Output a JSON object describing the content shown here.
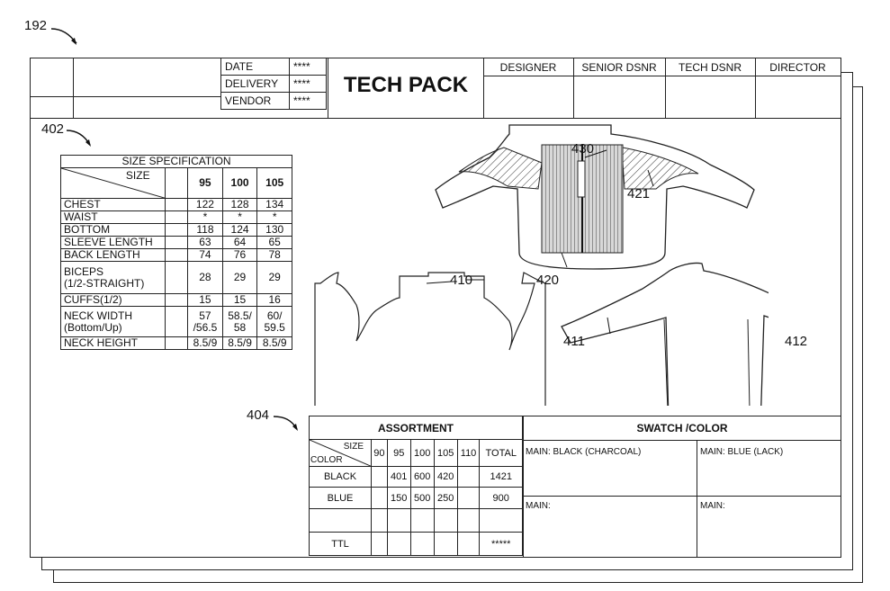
{
  "figure_ref": "192",
  "header": {
    "date_label": "DATE",
    "date_value": "****",
    "delivery_label": "DELIVERY",
    "delivery_value": "****",
    "vendor_label": "VENDOR",
    "vendor_value": "****",
    "title": "TECH PACK",
    "roles": [
      "DESIGNER",
      "SENIOR DSNR",
      "TECH DSNR",
      "DIRECTOR"
    ]
  },
  "size_spec": {
    "ref": "402",
    "title": "SIZE SPECIFICATION",
    "size_label": "SIZE",
    "sizes": [
      "95",
      "100",
      "105"
    ],
    "rows": [
      {
        "label": "CHEST",
        "values": [
          "122",
          "128",
          "134"
        ]
      },
      {
        "label": "WAIST",
        "values": [
          "*",
          "*",
          "*"
        ]
      },
      {
        "label": "BOTTOM",
        "values": [
          "118",
          "124",
          "130"
        ]
      },
      {
        "label": "SLEEVE LENGTH",
        "values": [
          "63",
          "64",
          "65"
        ]
      },
      {
        "label": "BACK LENGTH",
        "values": [
          "74",
          "76",
          "78"
        ]
      },
      {
        "label": "BICEPS",
        "label2": "(1/2-STRAIGHT)",
        "values": [
          "28",
          "29",
          "29"
        ]
      },
      {
        "label": "CUFFS(1/2)",
        "values": [
          "15",
          "15",
          "16"
        ]
      },
      {
        "label": "NECK WIDTH",
        "label2": "(Bottom/Up)",
        "values": [
          "57",
          "58.5/",
          "60/"
        ],
        "values2": [
          "/56.5",
          "58",
          "59.5"
        ]
      },
      {
        "label": "NECK HEIGHT",
        "values": [
          "8.5/9",
          "8.5/9",
          "8.5/9"
        ]
      }
    ]
  },
  "callouts": {
    "c430": "430",
    "c421": "421",
    "c420": "420",
    "c410": "410",
    "c411": "411",
    "c412": "412"
  },
  "assortment": {
    "ref": "404",
    "title": "ASSORTMENT",
    "size_label": "SIZE",
    "color_label": "COLOR",
    "sizes": [
      "90",
      "95",
      "100",
      "105",
      "110"
    ],
    "total_label": "TOTAL",
    "rows": [
      {
        "color": "BLACK",
        "values": [
          "",
          "401",
          "600",
          "420",
          ""
        ],
        "total": "1421"
      },
      {
        "color": "BLUE",
        "values": [
          "",
          "150",
          "500",
          "250",
          ""
        ],
        "total": "900"
      },
      {
        "color": "",
        "values": [
          "",
          "",
          "",
          "",
          ""
        ],
        "total": ""
      },
      {
        "color": "TTL",
        "values": [
          "",
          "",
          "",
          "",
          ""
        ],
        "total": "*****"
      }
    ]
  },
  "swatch": {
    "title": "SWATCH /COLOR",
    "cells": [
      "MAIN: BLACK  (CHARCOAL)",
      "MAIN: BLUE (LACK)",
      "MAIN:",
      "MAIN:"
    ]
  }
}
